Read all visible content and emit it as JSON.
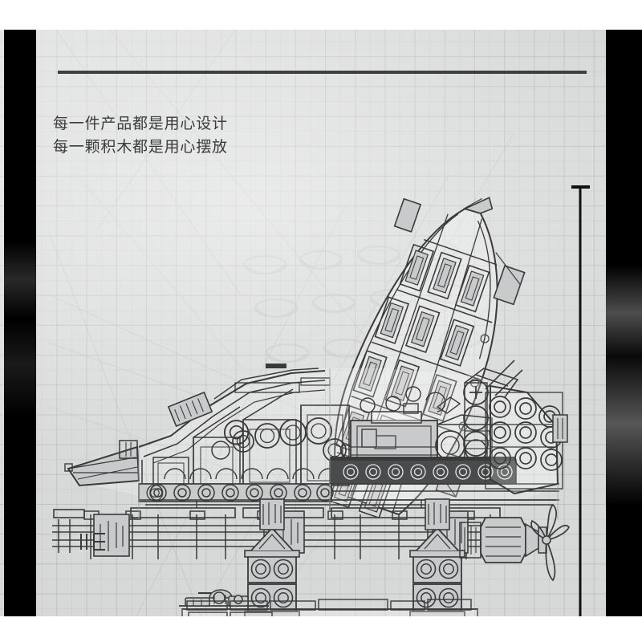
{
  "page": {
    "background_color": "#ffffff",
    "sheet_color": "#d7d8d8",
    "grid_line_color": "#a0a3a6",
    "frame_bar_color": "#000000",
    "ink_color": "#3a3a3a"
  },
  "header": {
    "rule_color": "#3f3f3f"
  },
  "slogan": {
    "line1": "每一件产品都是用心设计",
    "line2": "每一颗积木都是用心摆放",
    "text_color": "#3b3b3b"
  },
  "measure": {
    "label": "",
    "line_color": "#111111"
  },
  "drawing": {
    "subject": "space-shuttle-brick-model-blueprint",
    "style": "technical line art",
    "line_color": "#3a3a3a",
    "fill_color": "#c9cacb"
  }
}
